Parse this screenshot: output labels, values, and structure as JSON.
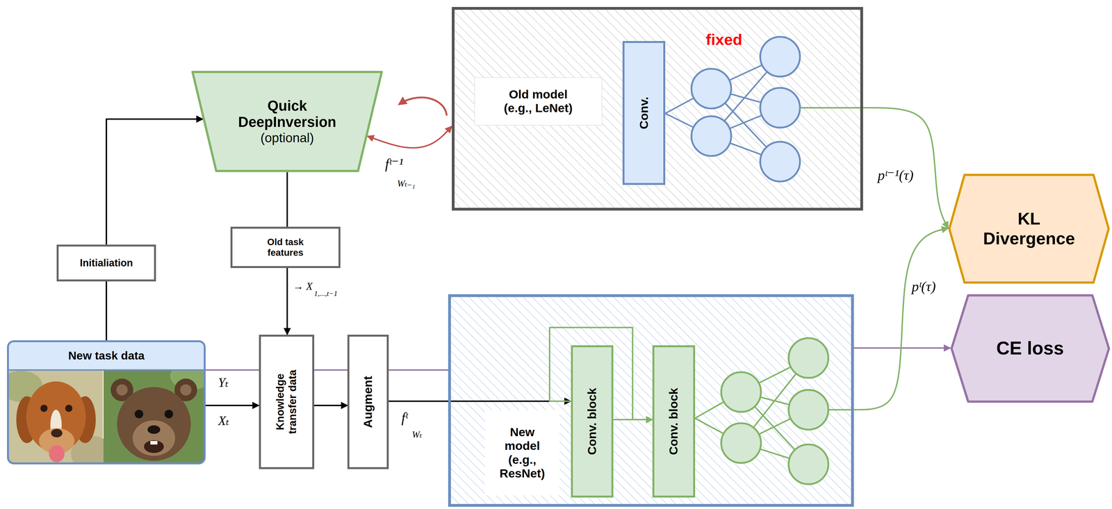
{
  "diagram": {
    "nodes": [
      {
        "text": [
          "Quick DeepInversion",
          "(optional)"
        ]
      },
      {
        "text": [
          "fixed",
          "Old model (e.g., LeNet)"
        ]
      },
      {
        "text": [
          "Conv."
        ],
        "in": 1
      },
      {
        "text": [
          "KL Divergence"
        ]
      },
      {
        "text": [
          "Initialiation"
        ]
      },
      {
        "text": [
          "Old task features"
        ]
      },
      {
        "text": [
          "New task data"
        ]
      },
      {
        "text": [
          "Knowledge transfer data"
        ]
      },
      {
        "text": [
          "Augment"
        ]
      },
      {
        "text": [
          "New model (e.g., ResNet)"
        ]
      },
      {
        "text": [
          "Conv. block"
        ],
        "in": 9
      },
      {
        "text": [
          "Conv. block"
        ],
        "in": 9
      },
      {
        "text": [
          "CE loss"
        ]
      }
    ],
    "edges": [
      {
        "from": 6,
        "to": 4,
        "arrow": "none"
      },
      {
        "from": 4,
        "to": 0,
        "arrow": "to"
      },
      {
        "from": 0,
        "to": 5,
        "arrow": "none"
      },
      {
        "from": 5,
        "to": 7,
        "arrow": "to"
      },
      {
        "from": 0,
        "to": 1,
        "arrow": "both"
      },
      {
        "from": 6,
        "to": 7,
        "label": "Xₜ",
        "arrow": "to"
      },
      {
        "from": 6,
        "to": 9,
        "label": "Yₜ",
        "arrow": "none"
      },
      {
        "from": 7,
        "to": 8,
        "arrow": "to"
      },
      {
        "from": 8,
        "to": 10,
        "arrow": "to"
      },
      {
        "from": 10,
        "to": 11,
        "arrow": "to"
      },
      {
        "from": 10,
        "to": 11,
        "arrow": "to"
      },
      {
        "from": 9,
        "to": 12,
        "arrow": "to"
      },
      {
        "from": 1,
        "to": 3,
        "label": "pᵗ⁻¹(τ)",
        "arrow": "to"
      },
      {
        "from": 9,
        "to": 3,
        "label": "pᵗ(τ)",
        "arrow": "to"
      }
    ],
    "labels": [
      "fᵗ⁻¹",
      "Wₜ₋₁",
      "→ X",
      "1,...,t−1",
      "fᵗ",
      "Wₜ"
    ]
  }
}
